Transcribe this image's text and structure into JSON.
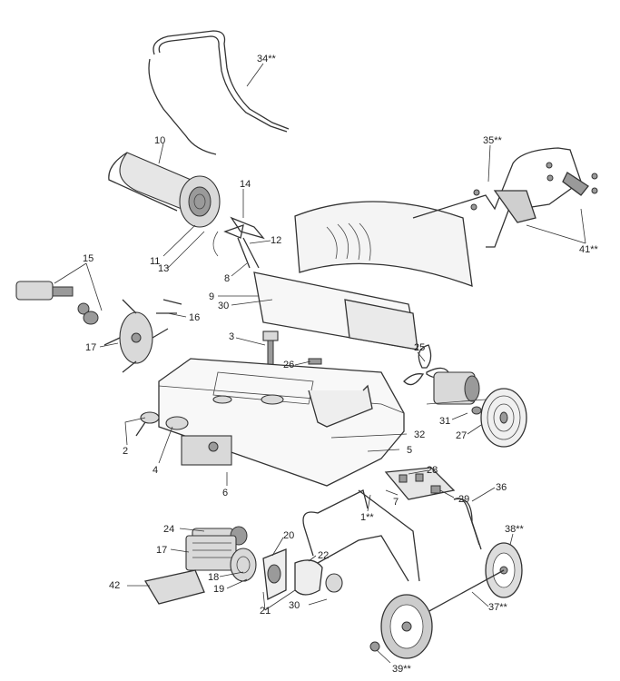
{
  "diagram": {
    "callouts": [
      {
        "id": "34",
        "text": "34**"
      },
      {
        "id": "10",
        "text": "10"
      },
      {
        "id": "35",
        "text": "35**"
      },
      {
        "id": "14",
        "text": "14"
      },
      {
        "id": "12",
        "text": "12"
      },
      {
        "id": "11",
        "text": "11"
      },
      {
        "id": "13",
        "text": "13"
      },
      {
        "id": "8",
        "text": "8"
      },
      {
        "id": "41",
        "text": "41**"
      },
      {
        "id": "15",
        "text": "15"
      },
      {
        "id": "9",
        "text": "9"
      },
      {
        "id": "30a",
        "text": "30"
      },
      {
        "id": "16",
        "text": "16"
      },
      {
        "id": "17a",
        "text": "17"
      },
      {
        "id": "3",
        "text": "3"
      },
      {
        "id": "25",
        "text": "25"
      },
      {
        "id": "26",
        "text": "26"
      },
      {
        "id": "31",
        "text": "31"
      },
      {
        "id": "27",
        "text": "27"
      },
      {
        "id": "2",
        "text": "2"
      },
      {
        "id": "32",
        "text": "32"
      },
      {
        "id": "5",
        "text": "5"
      },
      {
        "id": "4",
        "text": "4"
      },
      {
        "id": "6",
        "text": "6"
      },
      {
        "id": "28",
        "text": "28"
      },
      {
        "id": "7",
        "text": "7"
      },
      {
        "id": "29",
        "text": "29"
      },
      {
        "id": "36",
        "text": "36"
      },
      {
        "id": "1",
        "text": "1**"
      },
      {
        "id": "24",
        "text": "24"
      },
      {
        "id": "20",
        "text": "20"
      },
      {
        "id": "38",
        "text": "38**"
      },
      {
        "id": "17b",
        "text": "17"
      },
      {
        "id": "22",
        "text": "22"
      },
      {
        "id": "42",
        "text": "42"
      },
      {
        "id": "18",
        "text": "18"
      },
      {
        "id": "19",
        "text": "19"
      },
      {
        "id": "30b",
        "text": "30"
      },
      {
        "id": "21",
        "text": "21"
      },
      {
        "id": "37",
        "text": "37**"
      },
      {
        "id": "39",
        "text": "39**"
      }
    ]
  }
}
